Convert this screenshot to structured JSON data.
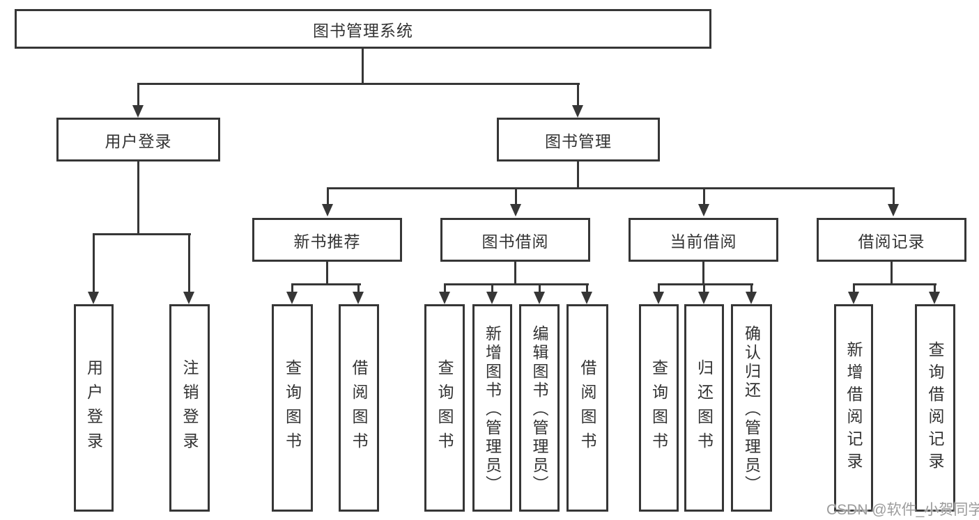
{
  "title": "图书管理系统",
  "tree": {
    "label": "图书管理系统",
    "children": [
      {
        "label": "用户登录",
        "children": [
          {
            "label": "用户登录"
          },
          {
            "label": "注销登录"
          }
        ]
      },
      {
        "label": "图书管理",
        "children": [
          {
            "label": "新书推荐",
            "children": [
              {
                "label": "查询图书"
              },
              {
                "label": "借阅图书"
              }
            ]
          },
          {
            "label": "图书借阅",
            "children": [
              {
                "label": "查询图书"
              },
              {
                "label": "新增图书（管理员）"
              },
              {
                "label": "编辑图书（管理员）"
              },
              {
                "label": "借阅图书"
              }
            ]
          },
          {
            "label": "当前借阅",
            "children": [
              {
                "label": "查询图书"
              },
              {
                "label": "归还图书"
              },
              {
                "label": "确认归还（管理员）"
              }
            ]
          },
          {
            "label": "借阅记录",
            "children": [
              {
                "label": "新增借阅记录"
              },
              {
                "label": "查询借阅记录"
              }
            ]
          }
        ]
      }
    ]
  },
  "watermark": {
    "text": "CSDN @软件_小贺同学"
  },
  "colors": {
    "line": "#363636",
    "text": "#333333",
    "background": "#ffffff",
    "watermark": "#9c9c9c"
  }
}
